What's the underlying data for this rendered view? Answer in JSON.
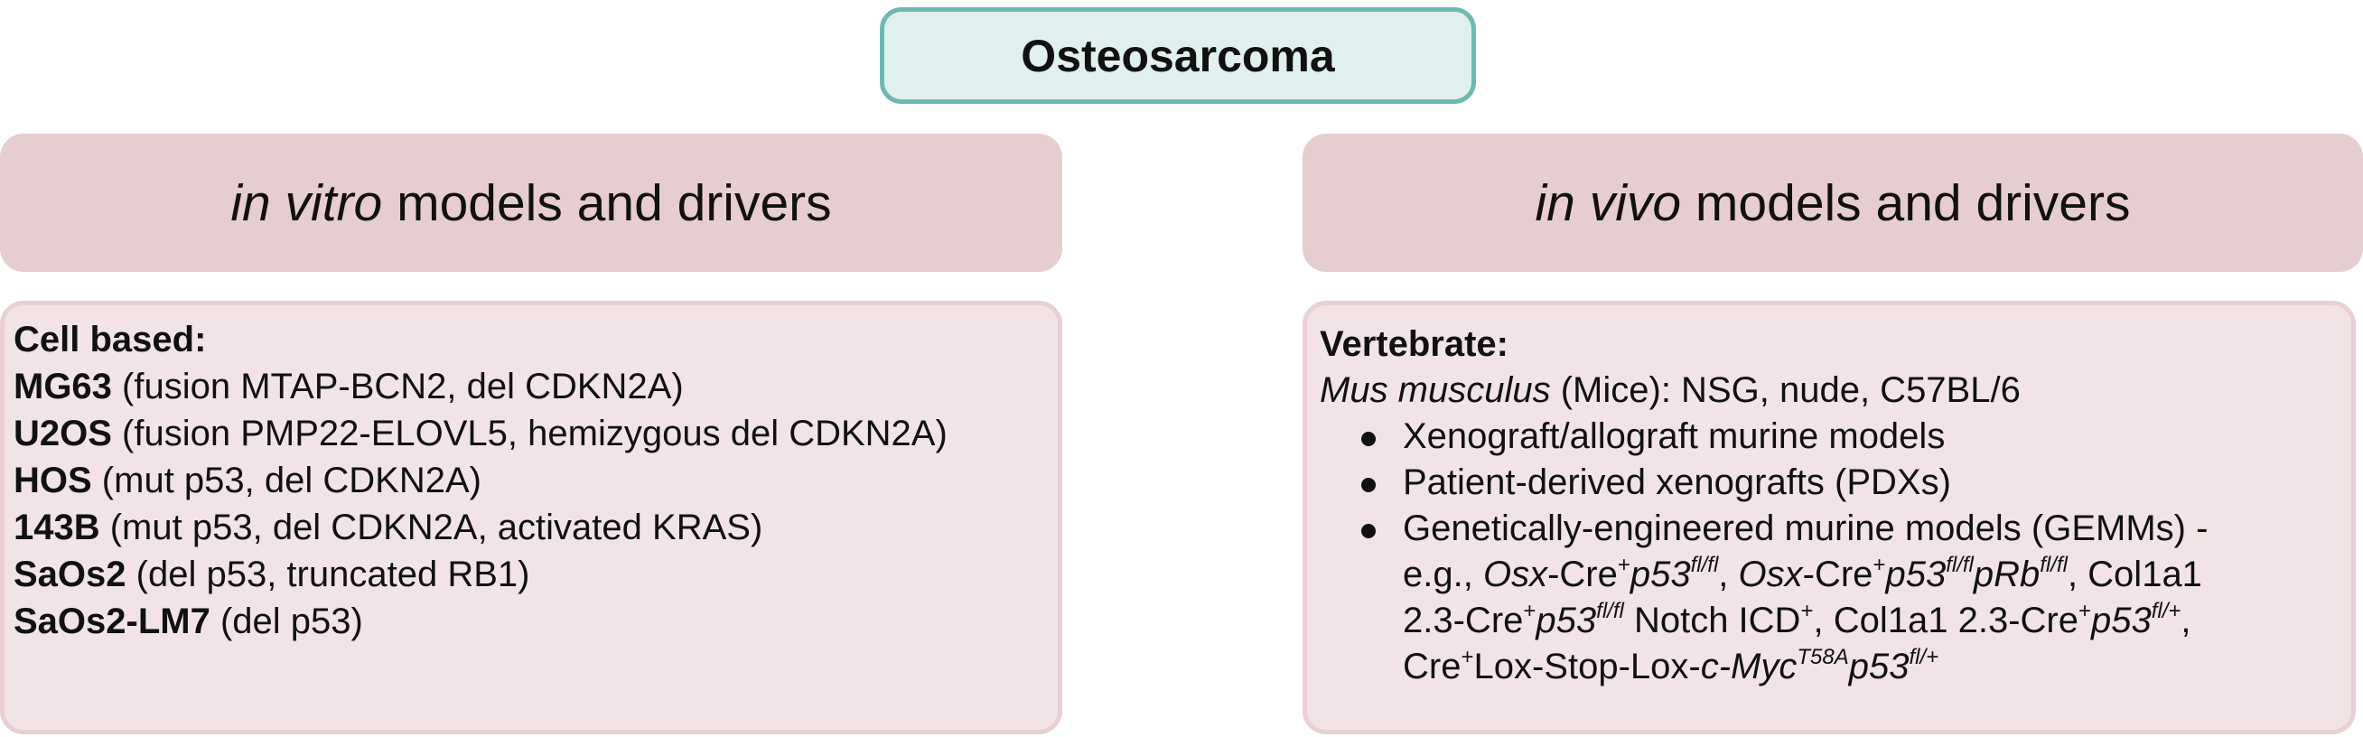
{
  "title": "Osteosarcoma",
  "left": {
    "header_italic": "in vitro",
    "header_rest": " models and drivers",
    "section_title": "Cell based:",
    "items": [
      {
        "name": "MG63",
        "detail": " (fusion MTAP-BCN2, del CDKN2A)"
      },
      {
        "name": "U2OS",
        "detail": " (fusion PMP22-ELOVL5, hemizygous del CDKN2A)"
      },
      {
        "name": "HOS",
        "detail": " (mut p53, del CDKN2A)"
      },
      {
        "name": "143B",
        "detail": " (mut p53, del CDKN2A, activated KRAS)"
      },
      {
        "name": "SaOs2",
        "detail": " (del p53, truncated RB1)"
      },
      {
        "name": "SaOs2-LM7",
        "detail": " (del p53)"
      }
    ]
  },
  "right": {
    "header_italic": "in vivo",
    "header_rest": " models and drivers",
    "section_title": "Vertebrate:",
    "species_italic": "Mus musculus",
    "species_rest": " (Mice): NSG, nude, C57BL/6",
    "bullets": [
      "Xenograft/allograft murine models",
      "Patient-derived xenografts (PDXs)",
      "Genetically-engineered murine models (GEMMs) -"
    ],
    "gemm_examples": {
      "prefix": "e.g., ",
      "osx": "Osx",
      "cre": "-Cre",
      "plus": "+",
      "p53": "p53",
      "flfl": "fl/fl",
      "sep": ", ",
      "prb": "pRb",
      "col1a1": "Col1a1",
      "col_cre": "2.3-Cre",
      "notch": " Notch ICD",
      "comma": ",",
      "flplus": "fl/+",
      "cre2": "Cre",
      "lox": "Lox-Stop-Lox-",
      "cmyc": "c-Myc",
      "t58a": "T58A"
    }
  }
}
